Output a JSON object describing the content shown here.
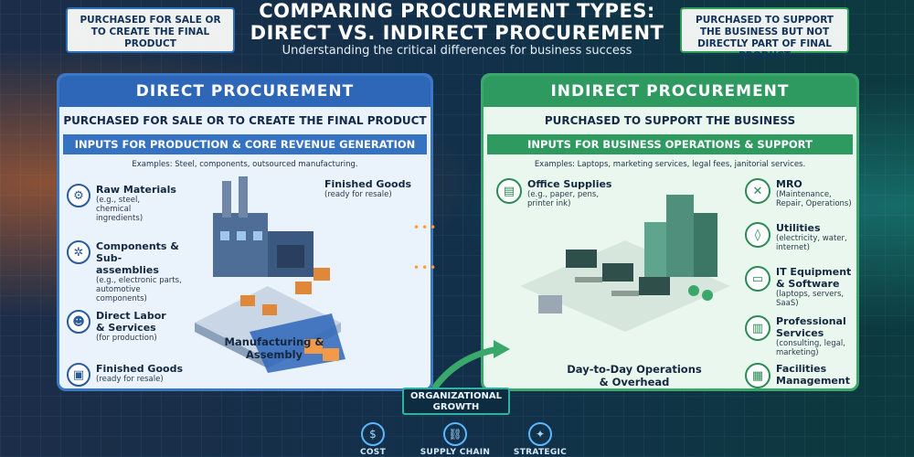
{
  "header": {
    "title_line1": "COMPARING PROCUREMENT TYPES:",
    "title_line2": "DIRECT VS. INDIRECT PROCUREMENT",
    "subtitle": "Understanding the critical differences for business success"
  },
  "callouts": {
    "left": "PURCHASED FOR SALE OR TO CREATE THE FINAL PRODUCT",
    "right": "PURCHASED TO SUPPORT THE BUSINESS BUT NOT DIRECTLY PART OF FINAL PRODUCT"
  },
  "direct": {
    "heading": "DIRECT PROCUREMENT",
    "definition": "PURCHASED FOR SALE OR TO CREATE THE FINAL PRODUCT",
    "bar": "INPUTS FOR PRODUCTION & CORE REVENUE GENERATION",
    "examples": "Examples: Steel, components, outsourced manufacturing.",
    "items": [
      {
        "title": "Raw Materials",
        "desc": "(e.g., steel, chemical ingredients)",
        "icon": "gear-icon"
      },
      {
        "title": "Components & Sub-assemblies",
        "desc": "(e.g., electronic parts, automotive components)",
        "icon": "cog-icon"
      },
      {
        "title": "Direct Labor & Services",
        "desc": "(for production)",
        "icon": "worker-icon"
      },
      {
        "title": "Finished Goods",
        "desc": "(ready for resale)",
        "icon": "box-icon"
      }
    ],
    "finished_goods": {
      "title": "Finished Goods",
      "desc": "(ready for resale)"
    },
    "caption": "Manufacturing & Assembly"
  },
  "indirect": {
    "heading": "INDIRECT PROCUREMENT",
    "definition": "PURCHASED TO SUPPORT THE BUSINESS",
    "bar": "INPUTS FOR BUSINESS OPERATIONS & SUPPORT",
    "examples": "Examples: Laptops, marketing services, legal fees, janitorial services.",
    "office_supplies": {
      "title": "Office Supplies",
      "desc": "(e.g., paper, pens, printer ink)"
    },
    "items": [
      {
        "title": "MRO",
        "desc": "(Maintenance, Repair, Operations)",
        "icon": "wrench-icon"
      },
      {
        "title": "Utilities",
        "desc": "(electricity, water, internet)",
        "icon": "drop-icon"
      },
      {
        "title": "IT Equipment & Software",
        "desc": "(laptops, servers, SaaS)",
        "icon": "laptop-icon"
      },
      {
        "title": "Professional Services",
        "desc": "(consulting, legal, marketing)",
        "icon": "briefcase-icon"
      },
      {
        "title": "Facilities Management",
        "desc": "",
        "icon": "building-icon"
      }
    ],
    "caption": "Day-to-Day Operations & Overhead"
  },
  "org_growth": "ORGANIZATIONAL GROWTH",
  "bottom": [
    {
      "label": "COST",
      "icon": "cost-icon"
    },
    {
      "label": "SUPPLY CHAIN",
      "icon": "chain-icon"
    },
    {
      "label": "STRATEGIC",
      "icon": "strategy-icon"
    }
  ],
  "colors": {
    "direct": "#2e66b8",
    "indirect": "#2f9a60",
    "accent": "#ff9b3b"
  }
}
